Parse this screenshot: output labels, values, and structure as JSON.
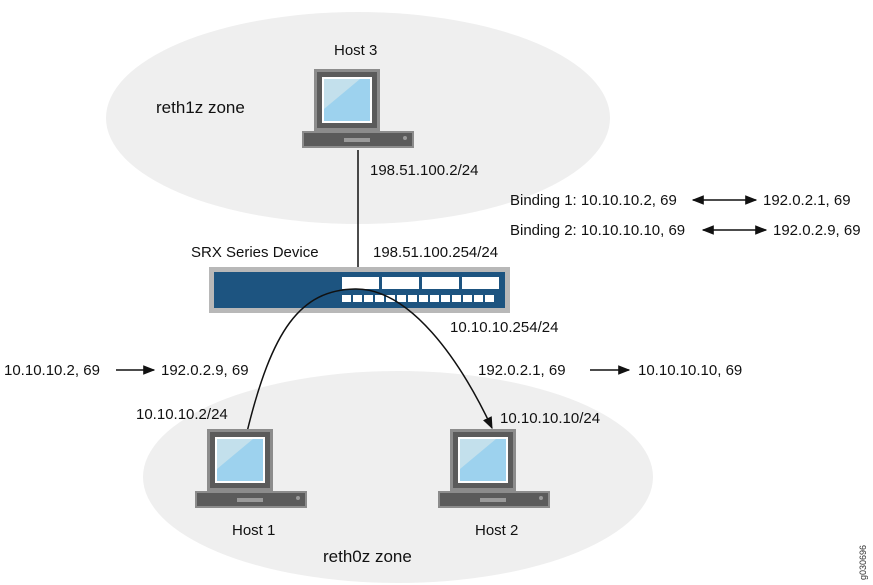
{
  "diagram": {
    "zones": {
      "top": {
        "label": "reth1z zone"
      },
      "bottom": {
        "label": "reth0z zone"
      }
    },
    "hosts": {
      "host3": {
        "label": "Host 3",
        "ip": "198.51.100.2/24"
      },
      "host1": {
        "label": "Host 1",
        "ip": "10.10.10.2/24"
      },
      "host2": {
        "label": "Host 2",
        "ip": "10.10.10.10/24"
      }
    },
    "device": {
      "label": "SRX Series Device",
      "ip_upper": "198.51.100.254/24",
      "ip_lower": "10.10.10.254/24"
    },
    "bindings": [
      {
        "label": "Binding 1: 10.10.10.2, 69",
        "target": "192.0.2.1, 69"
      },
      {
        "label": "Binding 2: 10.10.10.10, 69",
        "target": "192.0.2.9, 69"
      }
    ],
    "flows": [
      {
        "from": "10.10.10.2, 69",
        "to": "192.0.2.9, 69"
      },
      {
        "from": "192.0.2.1, 69",
        "to": "10.10.10.10, 69"
      }
    ],
    "figure_id": "g030696",
    "colors": {
      "zone_fill": "#efefef",
      "device_blue": "#1d5480",
      "device_frame": "#b8b8b8",
      "screen_blue": "#9dd2ee",
      "laptop_dark": "#5b5b5b"
    }
  }
}
